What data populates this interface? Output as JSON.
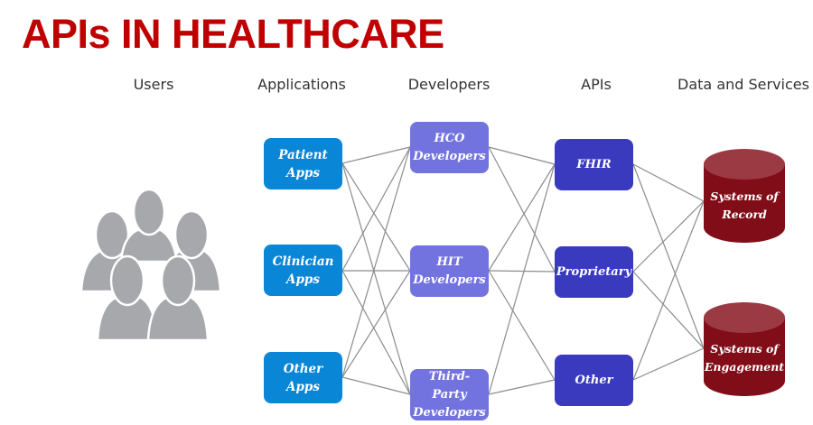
{
  "title": "APIs IN HEALTHCARE",
  "colors": {
    "title": "#C00000",
    "applications": "#0A86D6",
    "developers": "#7373E0",
    "apis": "#3A3ABF",
    "data_services": "#800D17",
    "data_services_top": "#9C3A44",
    "connector": "#8C8C8C",
    "users_icon": "#A7A8AB"
  },
  "columns": {
    "users": "Users",
    "applications": "Applications",
    "developers": "Developers",
    "apis": "APIs",
    "data_services": "Data and Services"
  },
  "users_icon": "group-of-people-icon",
  "applications": [
    {
      "id": "patient",
      "line1": "Patient",
      "line2": "Apps"
    },
    {
      "id": "clinician",
      "line1": "Clinician",
      "line2": "Apps"
    },
    {
      "id": "other",
      "line1": "Other",
      "line2": "Apps"
    }
  ],
  "developers": [
    {
      "id": "hco",
      "line1": "HCO",
      "line2": "Developers"
    },
    {
      "id": "hit",
      "line1": "HIT",
      "line2": "Developers"
    },
    {
      "id": "third-party",
      "line1": "Third-Party",
      "line2": "Developers"
    }
  ],
  "apis": [
    {
      "id": "fhir",
      "label": "FHIR"
    },
    {
      "id": "proprietary",
      "label": "Proprietary"
    },
    {
      "id": "other",
      "label": "Other"
    }
  ],
  "data_services": [
    {
      "id": "record",
      "line1": "Systems of",
      "line2": "Record"
    },
    {
      "id": "engagement",
      "line1": "Systems of",
      "line2": "Engagement"
    }
  ],
  "connections": {
    "applications_to_developers": [
      [
        "patient",
        "hco"
      ],
      [
        "patient",
        "hit"
      ],
      [
        "patient",
        "third-party"
      ],
      [
        "clinician",
        "hco"
      ],
      [
        "clinician",
        "hit"
      ],
      [
        "clinician",
        "third-party"
      ],
      [
        "other",
        "hco"
      ],
      [
        "other",
        "hit"
      ],
      [
        "other",
        "third-party"
      ]
    ],
    "developers_to_apis": [
      [
        "hco",
        "fhir"
      ],
      [
        "hco",
        "proprietary"
      ],
      [
        "hit",
        "fhir"
      ],
      [
        "hit",
        "proprietary"
      ],
      [
        "hit",
        "other"
      ],
      [
        "third-party",
        "fhir"
      ],
      [
        "third-party",
        "other"
      ]
    ],
    "apis_to_data_services": [
      [
        "fhir",
        "record"
      ],
      [
        "fhir",
        "engagement"
      ],
      [
        "proprietary",
        "record"
      ],
      [
        "proprietary",
        "engagement"
      ],
      [
        "other",
        "record"
      ],
      [
        "other",
        "engagement"
      ]
    ]
  }
}
